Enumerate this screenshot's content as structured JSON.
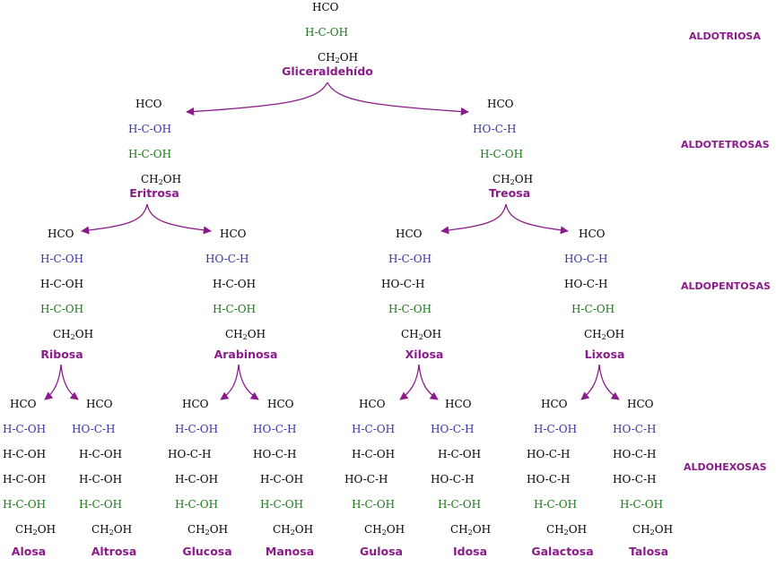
{
  "colors": {
    "label": "#8b1a8b",
    "arrow": "#8b1a8b",
    "blue": "#3333aa",
    "green": "#1a7a1a",
    "black": "#000000"
  },
  "levels": {
    "triosa": "ALDOTRIOSA",
    "tetrosas": "ALDOTETROSAS",
    "pentosas": "ALDOPENTOSAS",
    "hexosas": "ALDOHEXOSAS"
  },
  "sugars": [
    {
      "id": "gliceraldehido",
      "name": "Gliceraldehído",
      "lines": [
        [
          "HCO",
          "black"
        ],
        [
          "H-C-OH",
          "green"
        ],
        [
          "CH2OH",
          "black"
        ]
      ]
    },
    {
      "id": "eritrosa",
      "name": "Eritrosa",
      "lines": [
        [
          "HCO",
          "black"
        ],
        [
          "H-C-OH",
          "blue"
        ],
        [
          "H-C-OH",
          "green"
        ],
        [
          "CH2OH",
          "black"
        ]
      ]
    },
    {
      "id": "treosa",
      "name": "Treosa",
      "lines": [
        [
          "HCO",
          "black"
        ],
        [
          "HO-C-H",
          "blue"
        ],
        [
          "H-C-OH",
          "green"
        ],
        [
          "CH2OH",
          "black"
        ]
      ]
    },
    {
      "id": "ribosa",
      "name": "Ribosa",
      "lines": [
        [
          "HCO",
          "black"
        ],
        [
          "H-C-OH",
          "blue"
        ],
        [
          "H-C-OH",
          "black"
        ],
        [
          "H-C-OH",
          "green"
        ],
        [
          "CH2OH",
          "black"
        ]
      ]
    },
    {
      "id": "arabinosa",
      "name": "Arabinosa",
      "lines": [
        [
          "HCO",
          "black"
        ],
        [
          "HO-C-H",
          "blue"
        ],
        [
          "H-C-OH",
          "black"
        ],
        [
          "H-C-OH",
          "green"
        ],
        [
          "CH2OH",
          "black"
        ]
      ]
    },
    {
      "id": "xilosa",
      "name": "Xilosa",
      "lines": [
        [
          "HCO",
          "black"
        ],
        [
          "H-C-OH",
          "blue"
        ],
        [
          "HO-C-H",
          "black"
        ],
        [
          "H-C-OH",
          "green"
        ],
        [
          "CH2OH",
          "black"
        ]
      ]
    },
    {
      "id": "lixosa",
      "name": "Lixosa",
      "lines": [
        [
          "HCO",
          "black"
        ],
        [
          "HO-C-H",
          "blue"
        ],
        [
          "HO-C-H",
          "black"
        ],
        [
          "H-C-OH",
          "green"
        ],
        [
          "CH2OH",
          "black"
        ]
      ]
    },
    {
      "id": "alosa",
      "name": "Alosa",
      "lines": [
        [
          "HCO",
          "black"
        ],
        [
          "H-C-OH",
          "blue"
        ],
        [
          "H-C-OH",
          "black"
        ],
        [
          "H-C-OH",
          "black"
        ],
        [
          "H-C-OH",
          "green"
        ],
        [
          "CH2OH",
          "black"
        ]
      ]
    },
    {
      "id": "altrosa",
      "name": "Altrosa",
      "lines": [
        [
          "HCO",
          "black"
        ],
        [
          "HO-C-H",
          "blue"
        ],
        [
          "H-C-OH",
          "black"
        ],
        [
          "H-C-OH",
          "black"
        ],
        [
          "H-C-OH",
          "green"
        ],
        [
          "CH2OH",
          "black"
        ]
      ]
    },
    {
      "id": "glucosa",
      "name": "Glucosa",
      "lines": [
        [
          "HCO",
          "black"
        ],
        [
          "H-C-OH",
          "blue"
        ],
        [
          "HO-C-H",
          "black"
        ],
        [
          "H-C-OH",
          "black"
        ],
        [
          "H-C-OH",
          "green"
        ],
        [
          "CH2OH",
          "black"
        ]
      ]
    },
    {
      "id": "manosa",
      "name": "Manosa",
      "lines": [
        [
          "HCO",
          "black"
        ],
        [
          "HO-C-H",
          "blue"
        ],
        [
          "HO-C-H",
          "black"
        ],
        [
          "H-C-OH",
          "black"
        ],
        [
          "H-C-OH",
          "green"
        ],
        [
          "CH2OH",
          "black"
        ]
      ]
    },
    {
      "id": "gulosa",
      "name": "Gulosa",
      "lines": [
        [
          "HCO",
          "black"
        ],
        [
          "H-C-OH",
          "blue"
        ],
        [
          "H-C-OH",
          "black"
        ],
        [
          "HO-C-H",
          "black"
        ],
        [
          "H-C-OH",
          "green"
        ],
        [
          "CH2OH",
          "black"
        ]
      ]
    },
    {
      "id": "idosa",
      "name": "Idosa",
      "lines": [
        [
          "HCO",
          "black"
        ],
        [
          "HO-C-H",
          "blue"
        ],
        [
          "H-C-OH",
          "black"
        ],
        [
          "HO-C-H",
          "black"
        ],
        [
          "H-C-OH",
          "green"
        ],
        [
          "CH2OH",
          "black"
        ]
      ]
    },
    {
      "id": "galactosa",
      "name": "Galactosa",
      "lines": [
        [
          "HCO",
          "black"
        ],
        [
          "H-C-OH",
          "blue"
        ],
        [
          "HO-C-H",
          "black"
        ],
        [
          "HO-C-H",
          "black"
        ],
        [
          "H-C-OH",
          "green"
        ],
        [
          "CH2OH",
          "black"
        ]
      ]
    },
    {
      "id": "talosa",
      "name": "Talosa",
      "lines": [
        [
          "HCO",
          "black"
        ],
        [
          "HO-C-H",
          "blue"
        ],
        [
          "HO-C-H",
          "black"
        ],
        [
          "HO-C-H",
          "black"
        ],
        [
          "H-C-OH",
          "green"
        ],
        [
          "CH2OH",
          "black"
        ]
      ]
    }
  ]
}
